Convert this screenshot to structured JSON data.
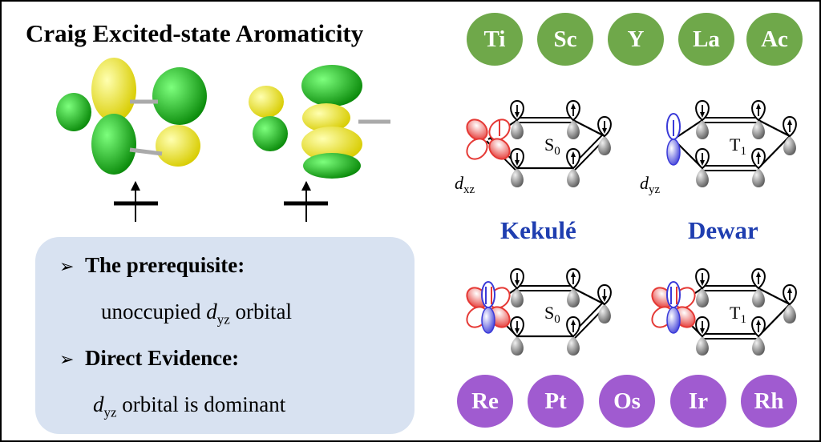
{
  "title": "Craig Excited-state Aromaticity",
  "top_metals": [
    "Ti",
    "Sc",
    "Y",
    "La",
    "Ac"
  ],
  "bottom_metals": [
    "Re",
    "Pt",
    "Os",
    "Ir",
    "Rh"
  ],
  "colors": {
    "green": "#6fa84a",
    "purple": "#a05bd0",
    "blue": "#1f3eb0",
    "box": "#d8e2f1",
    "orbital_red": "#e53935",
    "orbital_blue": "#3a3ad8"
  },
  "labels": {
    "kekule": "Kekulé",
    "dewar": "Dewar"
  },
  "box": {
    "bullet": "➢",
    "h1": "The prerequisite:",
    "t1_pre": "unoccupied ",
    "t1_d": "d",
    "t1_sub": "yz",
    "t1_post": " orbital",
    "h2": "Direct Evidence:",
    "t2_d": "d",
    "t2_sub": "yz",
    "t2_post": " orbital is dominant"
  },
  "diagrams": [
    {
      "state": "S",
      "state_sub": "0",
      "orbital": "d",
      "orbital_sub": "xz",
      "orbital_type": "xz-red",
      "spins": [
        "down",
        "up",
        "down",
        "up",
        "down"
      ],
      "metal_spin": "up"
    },
    {
      "state": "T",
      "state_sub": "1",
      "orbital": "d",
      "orbital_sub": "yz",
      "orbital_type": "yz-blue",
      "spins": [
        "down",
        "up",
        "up",
        "up",
        "down"
      ],
      "metal_spin": "up"
    },
    {
      "state": "S",
      "state_sub": "0",
      "orbital": "",
      "orbital_sub": "",
      "orbital_type": "both",
      "spins": [
        "down",
        "up",
        "down",
        "up",
        "down"
      ],
      "metal_spin": "updown"
    },
    {
      "state": "T",
      "state_sub": "1",
      "orbital": "",
      "orbital_sub": "",
      "orbital_type": "both",
      "spins": [
        "down",
        "up",
        "up",
        "up",
        "down"
      ],
      "metal_spin": "updown"
    }
  ]
}
